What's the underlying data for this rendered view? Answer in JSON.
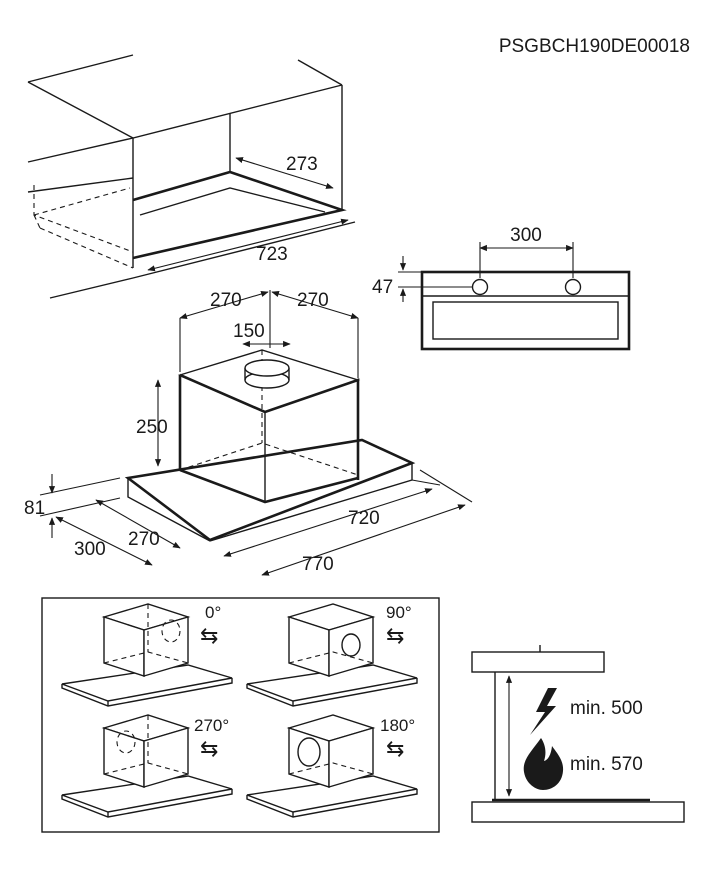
{
  "code": "PSGBCH190DE00018",
  "cabinet": {
    "depth_dim": "273",
    "width_dim": "723"
  },
  "front_view": {
    "hole_spacing": "300",
    "hole_offset": "47"
  },
  "hood": {
    "left_dim": "270",
    "right_dim": "270",
    "outlet_dim": "150",
    "height_dim": "250",
    "base_height_dim": "81",
    "depth_dim": "300",
    "inner_depth_dim": "270",
    "inner_width_dim": "720",
    "width_dim": "770"
  },
  "rotations": [
    {
      "label": "0°"
    },
    {
      "label": "90°"
    },
    {
      "label": "270°"
    },
    {
      "label": "180°"
    }
  ],
  "clearance": {
    "electric_label": "min. 500",
    "gas_label": "min. 570"
  },
  "colors": {
    "line": "#1a1a1a",
    "background": "#ffffff"
  },
  "icons": {
    "rotate": "rotate-arrows-icon",
    "electric": "lightning-icon",
    "gas": "flame-icon"
  }
}
